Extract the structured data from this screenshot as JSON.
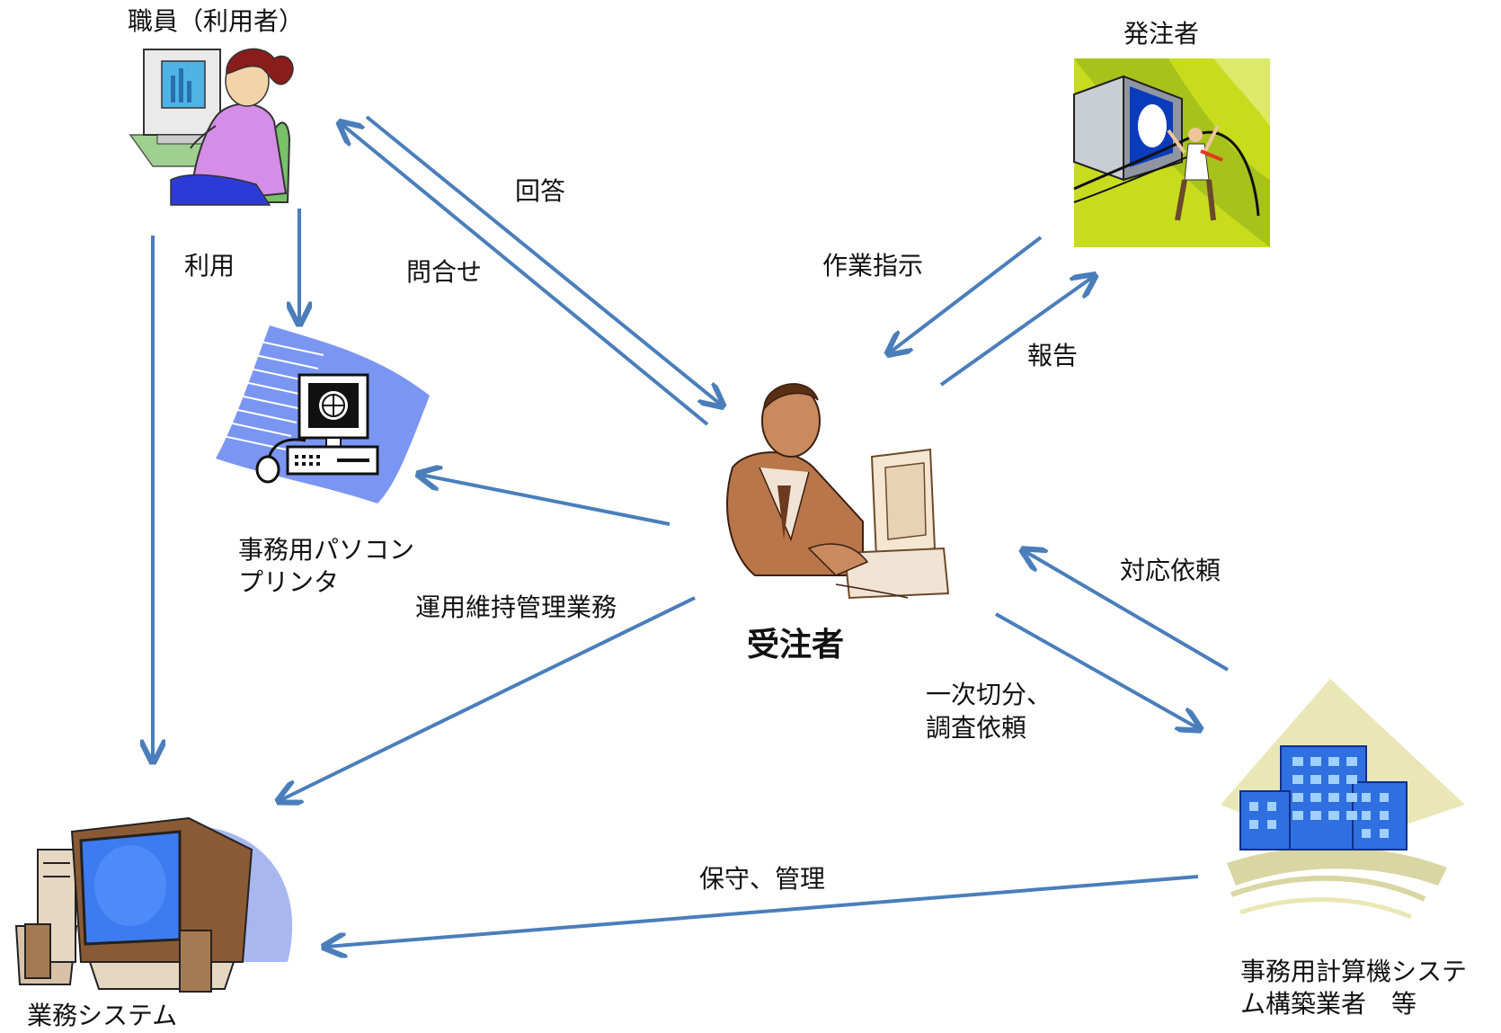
{
  "nodes": {
    "staff": "職員（利用者）",
    "orderer": "発注者",
    "contractor": "受注者",
    "office_pc_line1": "事務用パソコン",
    "office_pc_line2": "プリンタ",
    "business_system": "業務システム",
    "vendor_line1": "事務用計算機システ",
    "vendor_line2": "ム構築業者　等"
  },
  "edges": {
    "use": "利用",
    "reply": "回答",
    "inquiry": "問合せ",
    "work_instruction": "作業指示",
    "report": "報告",
    "operation": "運用維持管理業務",
    "request": "対応依頼",
    "triage_line1": "一次切分、",
    "triage_line2": "調査依頼",
    "maintenance": "保守、管理"
  },
  "colors": {
    "arrow": "#4a7ebb",
    "orderer_bg": "#c8dc1e",
    "building": "#2f6fe0",
    "building_bg": "#e9e7b6",
    "staff_shirt": "#d58ee8",
    "contractor_suit": "#b8764a"
  }
}
